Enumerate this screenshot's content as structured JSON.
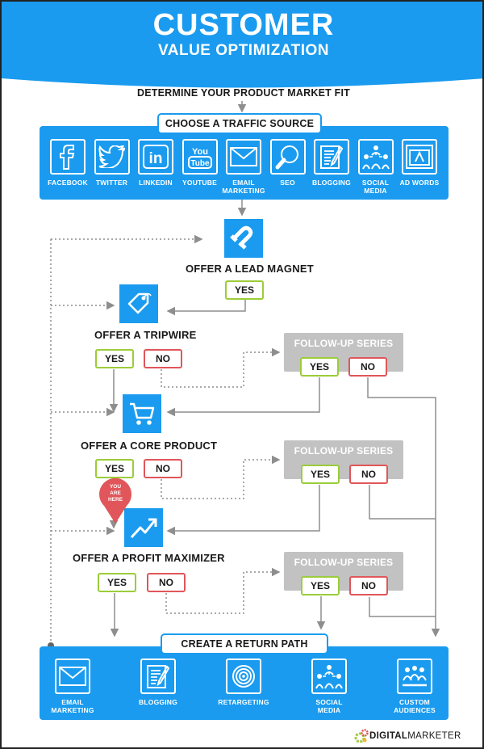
{
  "header": {
    "title": "CUSTOMER",
    "subtitle": "VALUE OPTIMIZATION",
    "bg_color": "#1a9bef"
  },
  "flow": {
    "determine": "DETERMINE YOUR PRODUCT MARKET FIT",
    "traffic_title": "CHOOSE A TRAFFIC SOURCE",
    "traffic_sources": [
      {
        "label": "FACEBOOK",
        "icon": "facebook-icon"
      },
      {
        "label": "TWITTER",
        "icon": "twitter-icon"
      },
      {
        "label": "LINKEDIN",
        "icon": "linkedin-icon"
      },
      {
        "label": "YOUTUBE",
        "icon": "youtube-icon"
      },
      {
        "label": "EMAIL\nMARKETING",
        "icon": "email-icon"
      },
      {
        "label": "SEO",
        "icon": "magnifier-icon"
      },
      {
        "label": "BLOGGING",
        "icon": "blog-icon"
      },
      {
        "label": "SOCIAL\nMEDIA",
        "icon": "social-icon"
      },
      {
        "label": "AD WORDS",
        "icon": "adwords-icon"
      }
    ],
    "icon_text": {
      "linkedin": "in",
      "youtube_top": "You",
      "youtube_bottom": "Tube"
    },
    "steps": {
      "lead_magnet": "OFFER A LEAD MAGNET",
      "tripwire": "OFFER A TRIPWIRE",
      "core_product": "OFFER A CORE PRODUCT",
      "profit_maximizer": "OFFER A PROFIT MAXIMIZER"
    },
    "yes": "YES",
    "no": "NO",
    "follow_up": "FOLLOW-UP SERIES",
    "you_are_here": "YOU\nARE\nHERE",
    "return_title": "CREATE A RETURN PATH",
    "return_paths": [
      {
        "label": "EMAIL\nMARKETING",
        "icon": "email-icon"
      },
      {
        "label": "BLOGGING",
        "icon": "blog-icon"
      },
      {
        "label": "RETARGETING",
        "icon": "target-icon"
      },
      {
        "label": "SOCIAL\nMEDIA",
        "icon": "social-icon"
      },
      {
        "label": "CUSTOM\nAUDIENCES",
        "icon": "audience-icon"
      }
    ]
  },
  "colors": {
    "blue": "#1a9bef",
    "yes_green": "#9ccc3a",
    "no_red": "#e0565a",
    "follow_gray": "#c2c2c2",
    "pin_red": "#e0565a"
  },
  "logo": {
    "part_a": "DIGITAL",
    "part_b": "MARKETER"
  }
}
